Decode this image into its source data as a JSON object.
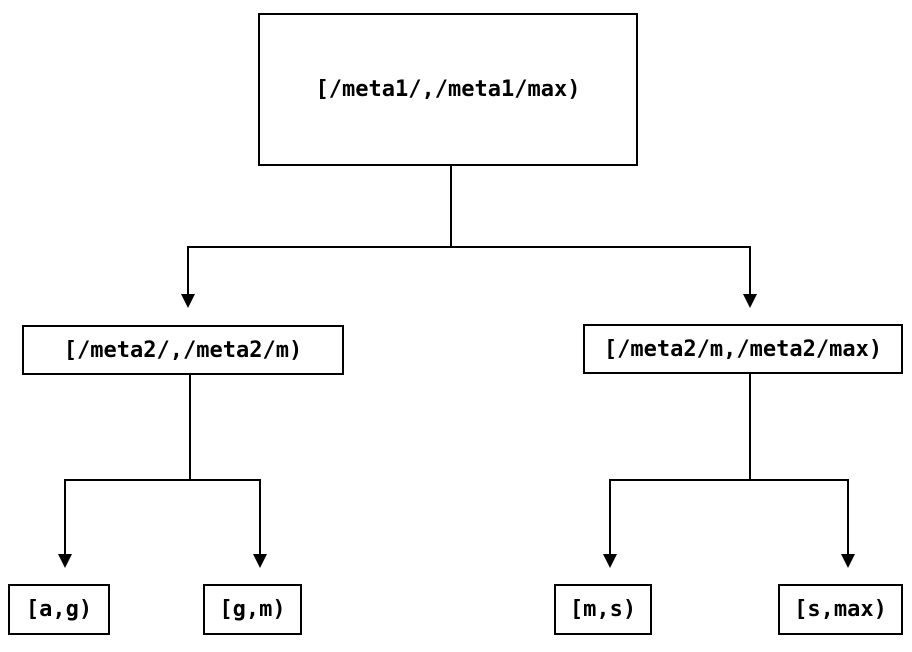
{
  "diagram": {
    "type": "binary-interval-tree",
    "background_color": "#ffffff",
    "line_color": "#000000",
    "text_color": "#000000",
    "tree": {
      "label": "[/meta1/,/meta1/max)",
      "children": [
        {
          "label": "[/meta2/,/meta2/m)",
          "children": [
            {
              "label": "[a,g)"
            },
            {
              "label": "[g,m)"
            }
          ]
        },
        {
          "label": "[/meta2/m,/meta2/max)",
          "children": [
            {
              "label": "[m,s)"
            },
            {
              "label": "[s,max)"
            }
          ]
        }
      ]
    }
  }
}
